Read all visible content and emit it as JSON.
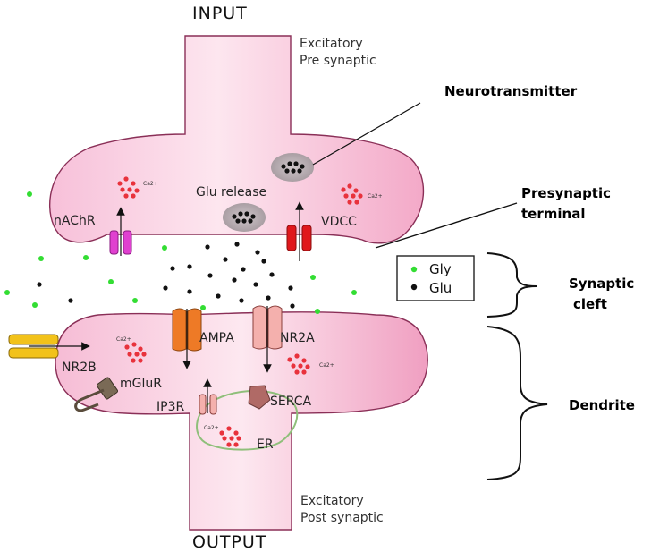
{
  "labels": {
    "input": "INPUT",
    "output": "OUTPUT",
    "pre": [
      "Excitatory",
      "Pre synaptic"
    ],
    "post": [
      "Excitatory",
      "Post synaptic"
    ],
    "neurotransmitter": "Neurotransmitter",
    "presynaptic_terminal": [
      "Presynaptic",
      "terminal"
    ],
    "synaptic_cleft": [
      "Synaptic",
      "cleft"
    ],
    "dendrite": "Dendrite",
    "glu_release": "Glu release",
    "nachr": "nAChR",
    "vdcc": "VDCC",
    "ampa": "AMPA",
    "nr2a": "NR2A",
    "nr2b": "NR2B",
    "mglur": "mGluR",
    "ip3r": "IP3R",
    "serca": "SERCA",
    "er": "ER",
    "ca": "Ca2+"
  },
  "legend": [
    {
      "label": "Gly",
      "color": "#33dd33"
    },
    {
      "label": "Glu",
      "color": "#111111"
    }
  ],
  "colors": {
    "membrane_fill": "#fbd2e3",
    "membrane_edge": "#8a2f57",
    "calcium_dots": "#e8323c",
    "nachr": "#e040d0",
    "vdcc": "#e0181c",
    "ampa": "#ee7a26",
    "nr2a": "#f4b0ad",
    "nr2b": "#f2c21a",
    "mglur": "#7a6a56",
    "er_outline": "#8fbf7a",
    "vesicle": "#b8aeb2"
  }
}
